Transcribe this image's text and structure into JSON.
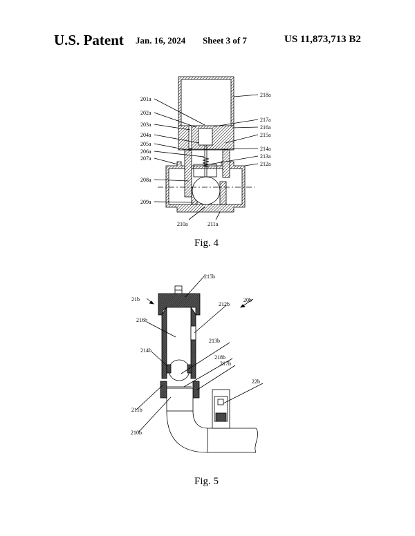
{
  "header": {
    "title": "U.S. Patent",
    "date": "Jan. 16, 2024",
    "sheet": "Sheet 3 of 7",
    "patent_number": "US 11,873,713 B2"
  },
  "fig4": {
    "caption": "Fig. 4",
    "labels": [
      "201a",
      "202a",
      "203a",
      "204a",
      "205a",
      "206a",
      "207a",
      "208a",
      "209a",
      "210a",
      "211a",
      "212a",
      "213a",
      "214a",
      "215a",
      "216a",
      "217a",
      "218a"
    ]
  },
  "fig5": {
    "caption": "Fig. 5",
    "labels": [
      "20b",
      "21b",
      "22b",
      "210b",
      "211b",
      "212b",
      "213b",
      "214b",
      "215b",
      "216b",
      "217b",
      "218b"
    ]
  }
}
